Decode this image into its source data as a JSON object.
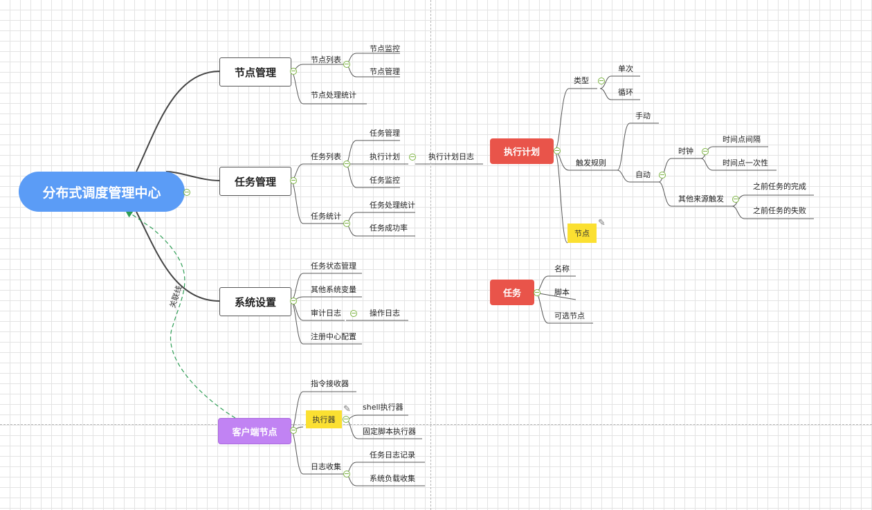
{
  "colors": {
    "root": "#5b9cf6",
    "accent_red": "#e9544a",
    "client_purple": "#c183f3",
    "highlight_yellow": "#fbe031",
    "relationship_line": "#2e9e55",
    "toggle": "#7cb342"
  },
  "icons": {
    "toggle": "minus-circle-icon",
    "edit": "pencil-icon"
  },
  "root": {
    "label": "分布式调度管理中心"
  },
  "relationship": {
    "label": "关联线"
  },
  "node_management": {
    "label": "节点管理",
    "node_list": {
      "label": "节点列表",
      "children": [
        "节点监控",
        "节点管理"
      ]
    },
    "node_stats": "节点处理统计"
  },
  "task_management": {
    "label": "任务管理",
    "task_list": {
      "label": "任务列表",
      "task_manage": "任务管理",
      "exec_plan": "执行计划",
      "exec_plan_log": "执行计划日志",
      "task_monitor": "任务监控"
    },
    "task_stats": {
      "label": "任务统计",
      "children": [
        "任务处理统计",
        "任务成功率"
      ]
    }
  },
  "system_settings": {
    "label": "系统设置",
    "task_status": "任务状态管理",
    "other_vars": "其他系统变量",
    "audit_log": {
      "label": "审计日志",
      "child": "操作日志"
    },
    "registry": "注册中心配置"
  },
  "client_node": {
    "label": "客户端节点",
    "cmd_receiver": "指令接收器",
    "executor": {
      "label": "执行器",
      "children": [
        "shell执行器",
        "固定脚本执行器"
      ]
    },
    "log_collect": {
      "label": "日志收集",
      "children": [
        "任务日志记录",
        "系统负载收集"
      ]
    }
  },
  "exec_plan": {
    "label": "执行计划",
    "type": {
      "label": "类型",
      "children": [
        "单次",
        "循环"
      ]
    },
    "trigger_rules": {
      "label": "触发规则",
      "manual": "手动",
      "auto": {
        "label": "自动",
        "clock": {
          "label": "时钟",
          "children": [
            "时间点间隔",
            "时间点一次性"
          ]
        },
        "other_source": {
          "label": "其他来源触发",
          "children": [
            "之前任务的完成",
            "之前任务的失败"
          ]
        }
      }
    },
    "node": "节点"
  },
  "task": {
    "label": "任务",
    "children": [
      "名称",
      "脚本",
      "可选节点"
    ]
  }
}
